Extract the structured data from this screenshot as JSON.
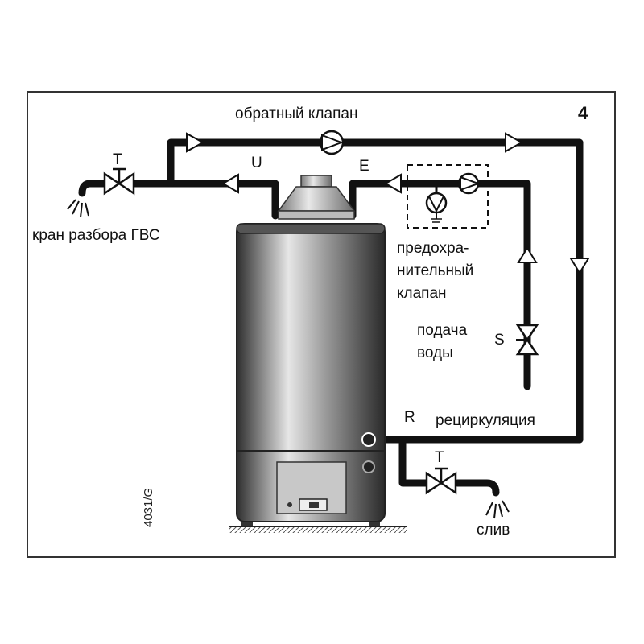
{
  "figure_number": "4",
  "drawing_code": "4031/G",
  "labels": {
    "check_valve": "обратный клапан",
    "hot_tap": "кран разбора ГВС",
    "safety_valve_1": "предохра-",
    "safety_valve_2": "нительный",
    "safety_valve_3": "клапан",
    "water_supply_1": "подача",
    "water_supply_2": "воды",
    "recirculation": "рециркуляция",
    "drain": "слив"
  },
  "letters": {
    "T_top": "T",
    "U": "U",
    "E": "E",
    "S": "S",
    "R": "R",
    "T_bottom": "T"
  },
  "colors": {
    "pipe": "#111111",
    "tank_dark": "#3a3a3a",
    "tank_light": "#d9d9d9",
    "frame": "#333333"
  }
}
